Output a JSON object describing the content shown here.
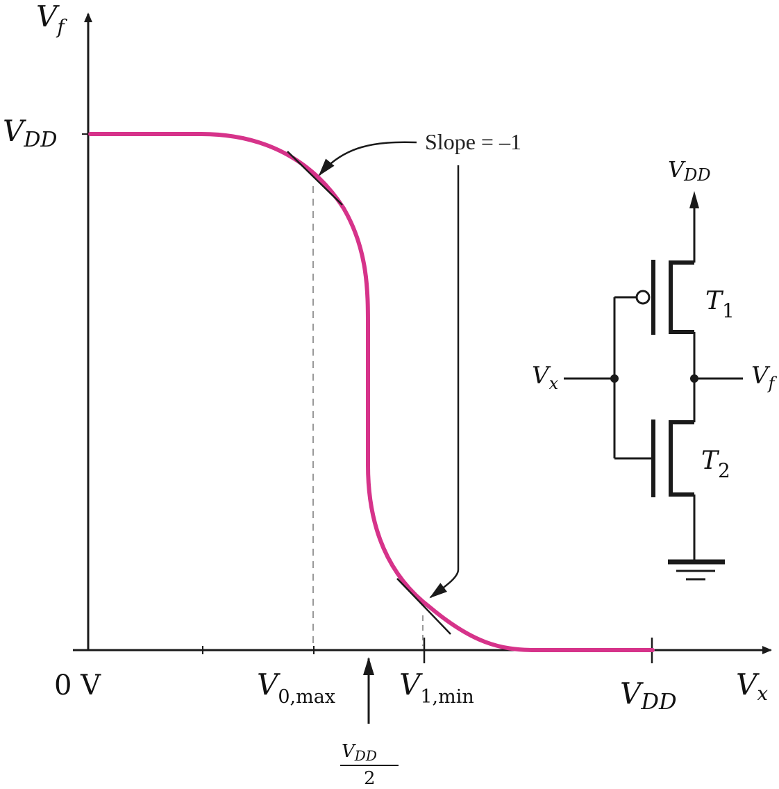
{
  "axes": {
    "y_label": "V",
    "y_label_sub": "f",
    "x_label": "V",
    "x_label_sub": "x",
    "y_tick_label": "V",
    "y_tick_label_sub": "DD",
    "origin_label": "0 V",
    "x_tick_v0max": "V",
    "x_tick_v0max_sub": "0,max",
    "x_tick_v1min": "V",
    "x_tick_v1min_sub": "1,min",
    "x_tick_vdd": "V",
    "x_tick_vdd_sub": "DD",
    "half_vdd_num": "V",
    "half_vdd_num_sub": "DD",
    "half_vdd_den": "2"
  },
  "annotation": {
    "slope_text": "Slope = –1"
  },
  "circuit": {
    "supply_label": "V",
    "supply_label_sub": "DD",
    "t1_label": "T",
    "t1_sub": "1",
    "t2_label": "T",
    "t2_sub": "2",
    "input_label": "V",
    "input_label_sub": "x",
    "output_label": "V",
    "output_label_sub": "f"
  },
  "colors": {
    "curve": "#d6338a",
    "axis": "#1a1a1a",
    "dashed": "#999999"
  }
}
